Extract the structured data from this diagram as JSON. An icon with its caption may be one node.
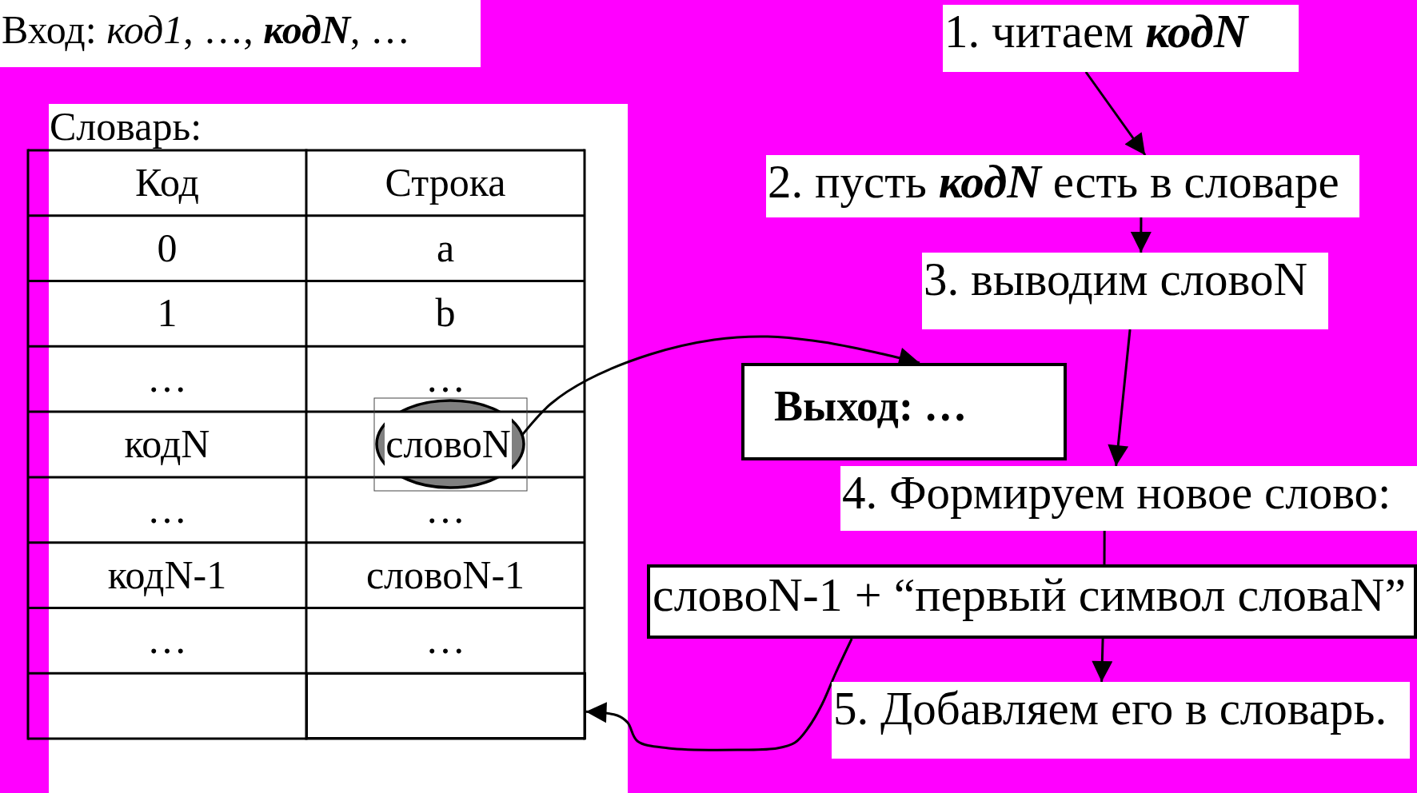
{
  "diagram": {
    "nodes": [
      {
        "text": [
          "Вход: *код1*, …, **кодN**, …"
        ]
      },
      {
        "text": [
          "Словарь:"
        ]
      },
      {
        "text": [
          "словоN"
        ],
        "in": 1
      },
      {
        "text": [],
        "shape": "box",
        "in": 1
      },
      {
        "text": [
          "1. читаем **кодN**"
        ]
      },
      {
        "text": [
          "2. пусть **кодN** есть в словаре"
        ]
      },
      {
        "text": [
          "3. выводим словоN"
        ]
      },
      {
        "text": [
          "Выход: …"
        ]
      },
      {
        "text": [
          "4. Формируем новое слово:"
        ]
      },
      {
        "text": [
          "словоN-1 + “первый символ словаN”"
        ]
      },
      {
        "text": [
          "5. Добавляем его в словарь."
        ]
      }
    ],
    "edges": [
      {
        "from": 4,
        "to": 5,
        "arrow": "to"
      },
      {
        "from": 5,
        "to": 6,
        "arrow": "to"
      },
      {
        "from": 6,
        "to": 8,
        "arrow": "to"
      },
      {
        "from": 8,
        "to": 9,
        "arrow": "none"
      },
      {
        "from": 9,
        "to": 10,
        "arrow": "to"
      },
      {
        "from": 2,
        "to": 7,
        "arrow": "to"
      },
      {
        "from": 9,
        "to": 3,
        "arrow": "to"
      }
    ],
    "labels": [
      "Код",
      "Строка",
      "0",
      "a",
      "1",
      "b",
      "…",
      "…",
      "кодN",
      "…",
      "…",
      "кодN-1",
      "словоN-1",
      "…",
      "…"
    ]
  }
}
